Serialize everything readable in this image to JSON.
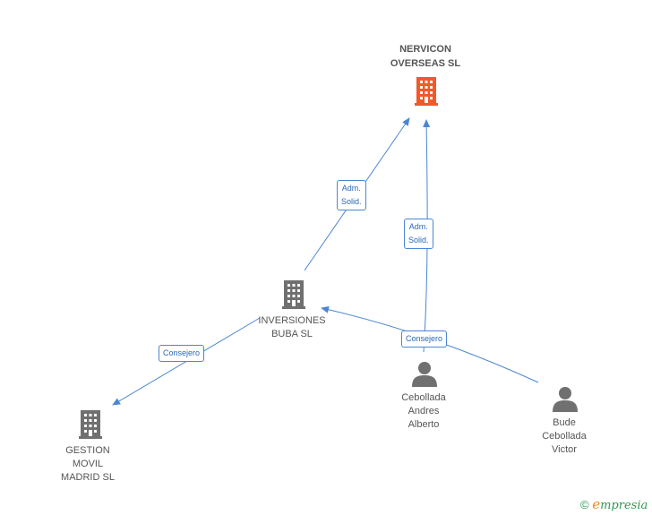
{
  "nodes": {
    "nervicon": {
      "label": "NERVICON\nOVERSEAS SL",
      "kind": "company-main",
      "color": "#f05a28"
    },
    "inversiones": {
      "label": "INVERSIONES\nBUBA SL",
      "kind": "company",
      "color": "#707070"
    },
    "gestion": {
      "label": "GESTION\nMOVIL\nMADRID SL",
      "kind": "company",
      "color": "#707070"
    },
    "andres": {
      "label": "Cebollada\nAndres\nAlberto",
      "kind": "person",
      "color": "#707070"
    },
    "victor": {
      "label": "Bude\nCebollada\nVictor",
      "kind": "person",
      "color": "#707070"
    }
  },
  "edges": {
    "inversiones_nervicon": {
      "from": "inversiones",
      "to": "nervicon",
      "label": "Adm.\nSolid."
    },
    "andres_nervicon": {
      "from": "andres",
      "to": "nervicon",
      "label": "Adm.\nSolid."
    },
    "inversiones_gestion": {
      "from": "inversiones",
      "to": "gestion",
      "label": "Consejero"
    },
    "victor_inversiones": {
      "from": "victor",
      "to": "inversiones",
      "label": "Consejero"
    }
  },
  "colors": {
    "edge": "#4a86d4"
  },
  "footer": {
    "copyright_symbol": "©",
    "brand_initial": "e",
    "brand_rest": "mpresia"
  }
}
